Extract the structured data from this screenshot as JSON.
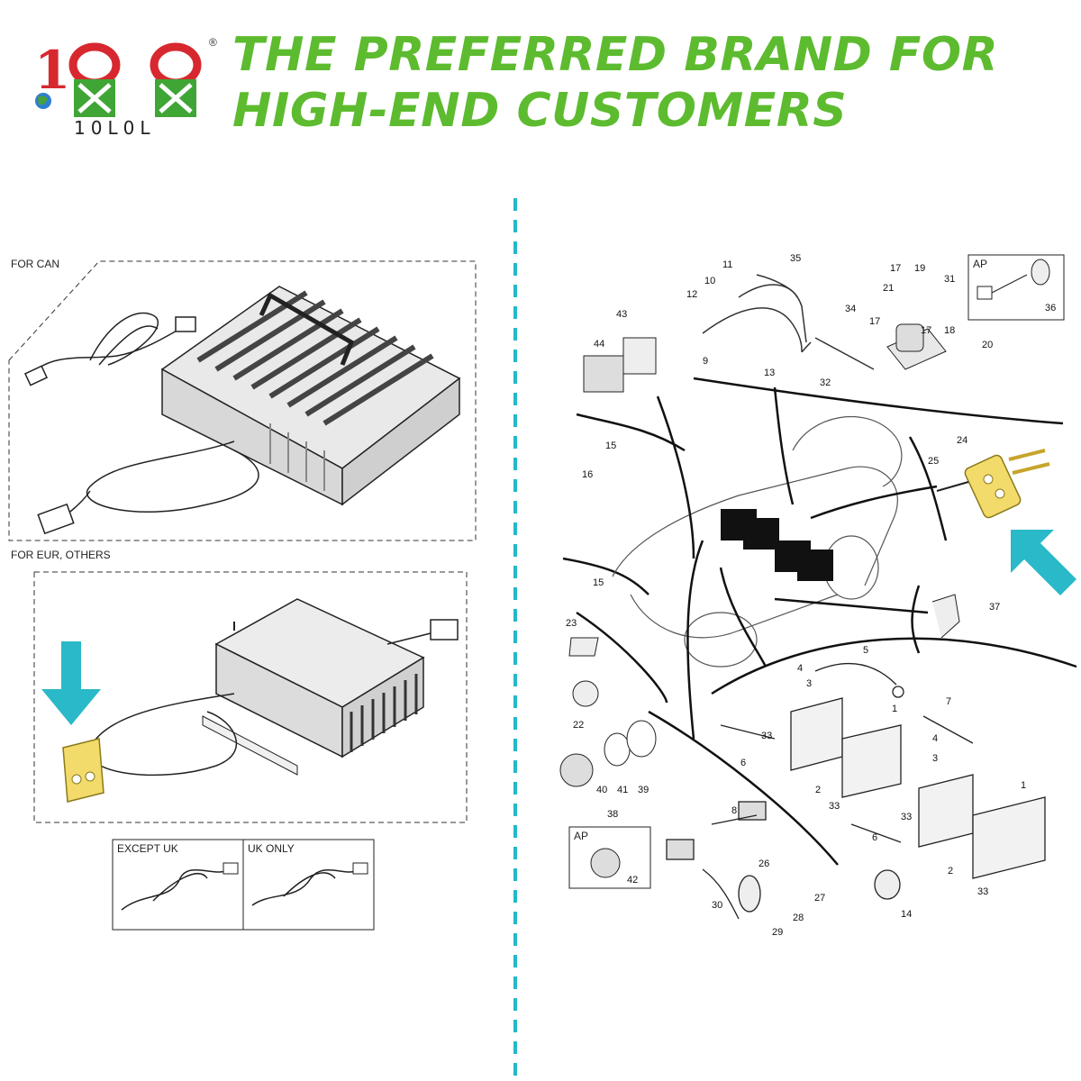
{
  "brand": {
    "name": "10L0L",
    "registered_mark": "®",
    "logo_glyphs": "10L0L"
  },
  "headline": "THE PREFERRED BRAND FOR HIGH-END CUSTOMERS",
  "colors": {
    "headline_green": "#5dbb2f",
    "logo_red": "#d7282f",
    "logo_green": "#3fa535",
    "divider_teal": "#22b9c9",
    "arrow_teal": "#29b9c8",
    "highlight_yellow": "#f2db6b"
  },
  "left_panel": {
    "section_can": "FOR CAN",
    "section_eur": "FOR EUR, OTHERS",
    "cord_table": {
      "except_uk": "EXCEPT UK",
      "uk_only": "UK ONLY"
    },
    "arrow_icon": "arrow-down-icon"
  },
  "right_panel": {
    "ap_label_top": "AP",
    "ap_label_bottom": "AP",
    "arrow_icon": "arrow-up-left-icon",
    "callouts": [
      "1",
      "1",
      "2",
      "2",
      "3",
      "3",
      "4",
      "4",
      "5",
      "6",
      "6",
      "7",
      "8",
      "9",
      "10",
      "11",
      "12",
      "13",
      "14",
      "15",
      "15",
      "16",
      "17",
      "17",
      "17",
      "18",
      "19",
      "20",
      "21",
      "22",
      "23",
      "24",
      "25",
      "26",
      "27",
      "28",
      "29",
      "30",
      "31",
      "32",
      "33",
      "33",
      "33",
      "33",
      "34",
      "35",
      "36",
      "37",
      "38",
      "39",
      "40",
      "41",
      "42",
      "43",
      "44"
    ]
  }
}
